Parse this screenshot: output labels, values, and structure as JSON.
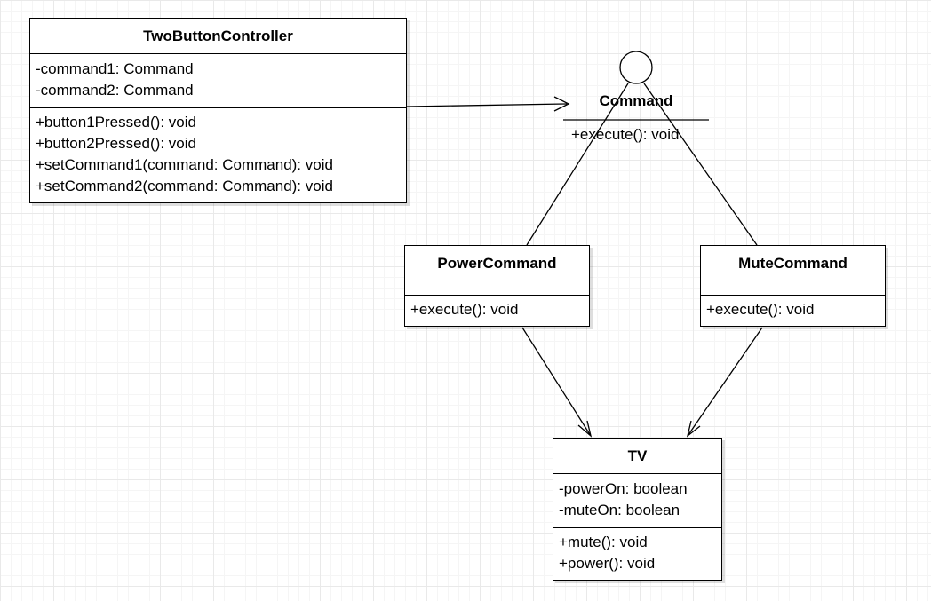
{
  "diagram": {
    "controller": {
      "name": "TwoButtonController",
      "attributes": [
        "-command1: Command",
        "-command2: Command"
      ],
      "operations": [
        "+button1Pressed(): void",
        "+button2Pressed(): void",
        "+setCommand1(command: Command): void",
        "+setCommand2(command: Command): void"
      ]
    },
    "interface": {
      "name": "Command",
      "operation": "+execute(): void"
    },
    "power_command": {
      "name": "PowerCommand",
      "operations": [
        "+execute(): void"
      ]
    },
    "mute_command": {
      "name": "MuteCommand",
      "operations": [
        "+execute(): void"
      ]
    },
    "tv": {
      "name": "TV",
      "attributes": [
        "-powerOn: boolean",
        "-muteOn: boolean"
      ],
      "operations": [
        "+mute(): void",
        "+power(): void"
      ]
    }
  }
}
